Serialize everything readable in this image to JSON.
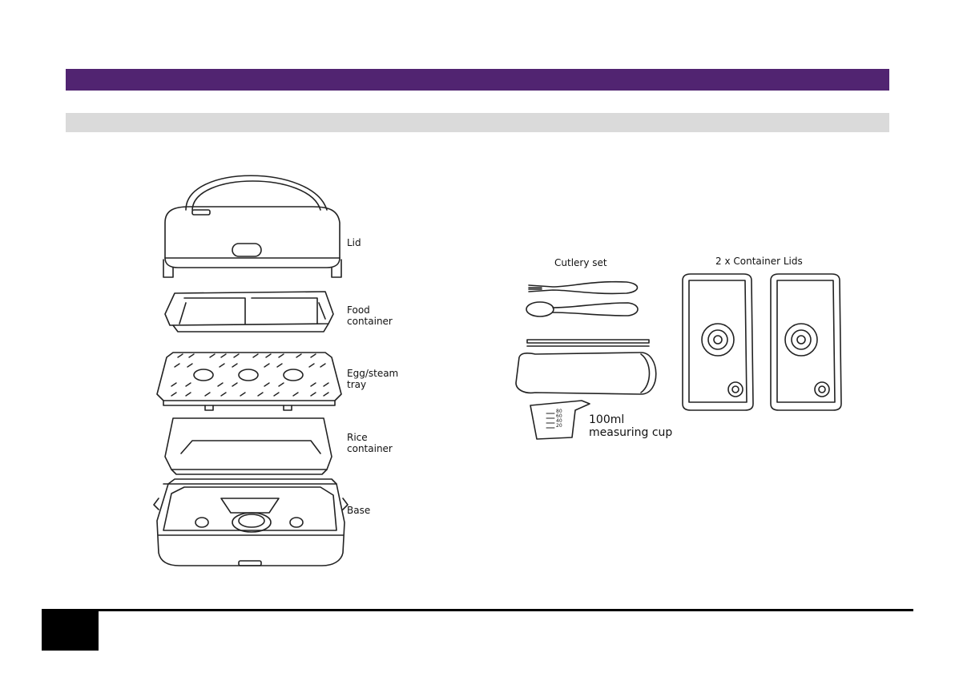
{
  "header": {
    "bar_color": "#512471",
    "subbar_color": "#dadada"
  },
  "components": {
    "lid": "Lid",
    "food_container": "Food\ncontainer",
    "egg_steam_tray": "Egg/steam\ntray",
    "rice_container": "Rice\ncontainer",
    "base": "Base"
  },
  "accessories": {
    "cutlery_set": "Cutlery set",
    "container_lids": "2 x Container Lids",
    "measuring_cup": "100ml\nmeasuring cup",
    "cup_markings": [
      "80",
      "60",
      "40",
      "20"
    ]
  },
  "footer": {
    "page_tab_color": "#000000"
  }
}
